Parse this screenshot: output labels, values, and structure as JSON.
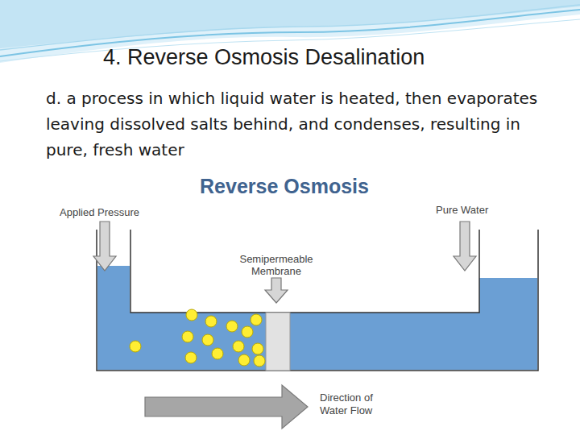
{
  "diagram": {
    "title": "4. Reverse Osmosis Desalination",
    "labels": [
      "d. a process in which liquid water is heated, then evaporates leaving dissolved salts behind, and condenses, resulting in pure, fresh water",
      "Reverse Osmosis",
      "Applied Pressure",
      "Pure Water",
      "Semipermeable Membrane",
      "Direction of Water Flow"
    ]
  }
}
